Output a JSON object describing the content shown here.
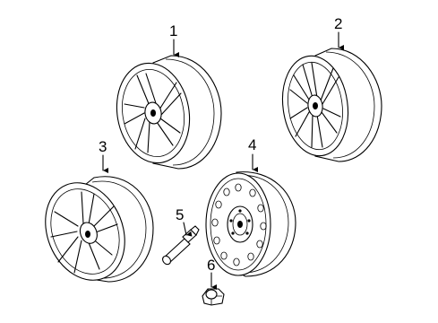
{
  "callouts": [
    "1",
    "2",
    "3",
    "4",
    "5",
    "6"
  ],
  "parts": [
    {
      "callout": "1",
      "shape": "split-spoke alloy wheel"
    },
    {
      "callout": "2",
      "shape": "multi-spoke alloy wheel"
    },
    {
      "callout": "3",
      "shape": "split-spoke alloy wheel"
    },
    {
      "callout": "4",
      "shape": "steel spare wheel"
    },
    {
      "callout": "5",
      "shape": "valve stem"
    },
    {
      "callout": "6",
      "shape": "lug nut"
    }
  ]
}
